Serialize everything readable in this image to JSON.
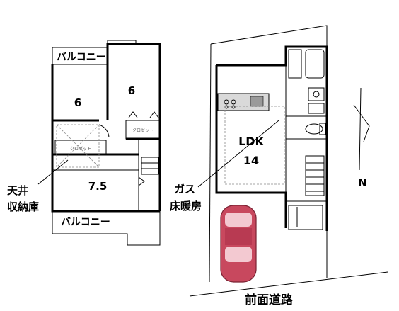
{
  "second_floor": {
    "balcony_top": "バルコニー",
    "room_left": "6",
    "room_right": "6",
    "room_bottom": "7.5",
    "balcony_bottom": "バルコニー",
    "closet_1": "クロゼット",
    "closet_2": "クロゼット",
    "attic_storage_line1": "天井",
    "attic_storage_line2": "収納庫"
  },
  "first_floor": {
    "ldk_label": "LDK",
    "ldk_size": "14",
    "gas_heating_line1": "ガス",
    "gas_heating_line2": "床暖房"
  },
  "site": {
    "road_label": "前面道路",
    "north_label": "N"
  },
  "colors": {
    "car_body": "#c8485e",
    "car_highlight": "#f3c9d1",
    "counter": "#9a9a9a"
  }
}
